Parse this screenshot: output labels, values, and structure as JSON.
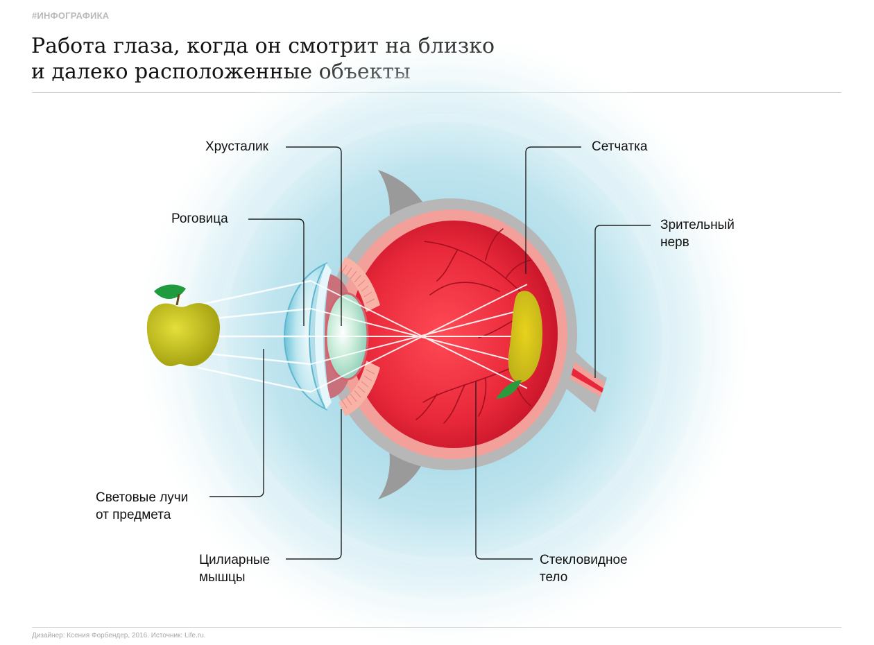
{
  "header": {
    "tag": "#ИНФОГРАФИКА",
    "title_line1": "Работа глаза, когда он смотрит на близко",
    "title_line2": "и далеко расположенные объекты"
  },
  "labels": {
    "lens": "Хрусталик",
    "cornea": "Роговица",
    "rays_line1": "Световые лучи",
    "rays_line2": "от предмета",
    "ciliary_line1": "Цилиарные",
    "ciliary_line2": "мышцы",
    "retina": "Сетчатка",
    "optic_nerve_line1": "Зрительный",
    "optic_nerve_line2": "нерв",
    "vitreous_line1": "Стекловидное",
    "vitreous_line2": "тело"
  },
  "footer": {
    "credit": "Дизайнер: Ксения Форбендер, 2016. Источник: Life.ru."
  },
  "colors": {
    "eyeball": "#e8283a",
    "sclera": "#b7b7b7",
    "choroid": "#f4a09a",
    "cornea": "#8fd3e3",
    "apple": "#c9c31b",
    "glow": "#9fd6e6",
    "leader_line": "#222222"
  }
}
